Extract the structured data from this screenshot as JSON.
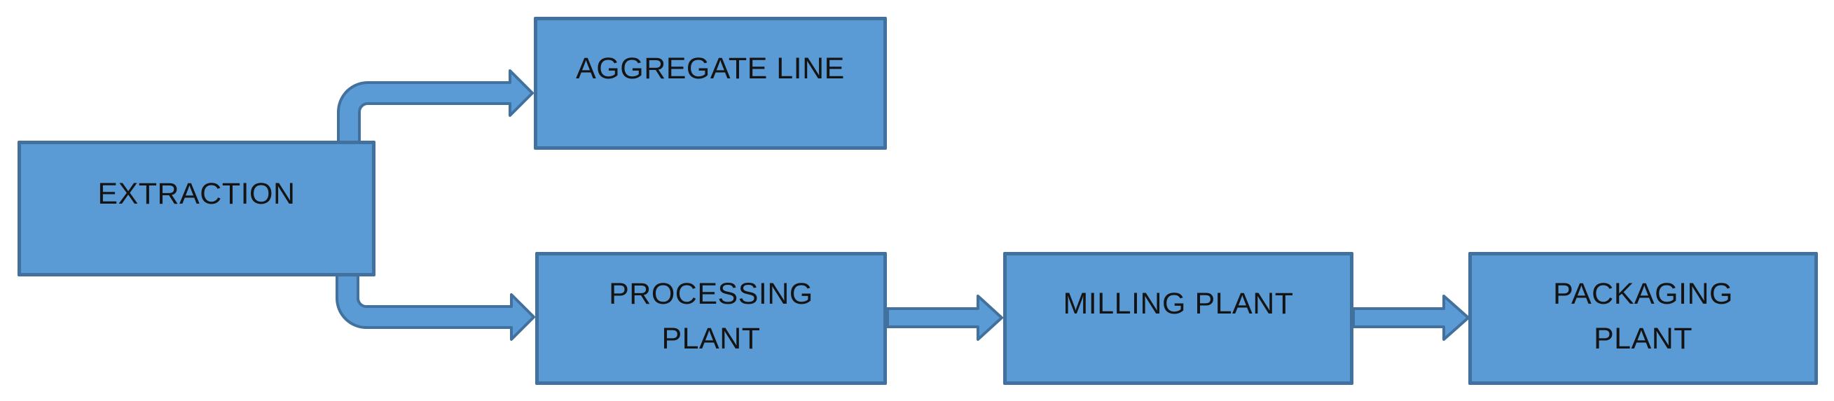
{
  "colors": {
    "background": "#ffffff",
    "box_fill": "#5b9bd5",
    "box_border": "#41719c",
    "arrow_fill": "#5b9bd5",
    "arrow_border": "#41719c",
    "text": "#141414"
  },
  "diagram": {
    "type": "flowchart",
    "nodes": [
      {
        "id": "extraction",
        "lines": [
          "EXTRACTION"
        ]
      },
      {
        "id": "aggregate-line",
        "lines": [
          "AGGREGATE LINE"
        ]
      },
      {
        "id": "processing-plant",
        "lines": [
          "PROCESSING",
          "PLANT"
        ]
      },
      {
        "id": "milling-plant",
        "lines": [
          "MILLING PLANT"
        ]
      },
      {
        "id": "packaging-plant",
        "lines": [
          "PACKAGING",
          "PLANT"
        ]
      }
    ],
    "edges": [
      {
        "from": "EXTRACTION",
        "to": "AGGREGATE LINE",
        "style": "elbow-up-right-arrow"
      },
      {
        "from": "EXTRACTION",
        "to": "PROCESSING PLANT",
        "style": "elbow-down-right-arrow"
      },
      {
        "from": "PROCESSING PLANT",
        "to": "MILLING PLANT",
        "style": "straight-right-arrow"
      },
      {
        "from": "MILLING PLANT",
        "to": "PACKAGING PLANT",
        "style": "straight-right-arrow"
      }
    ]
  }
}
